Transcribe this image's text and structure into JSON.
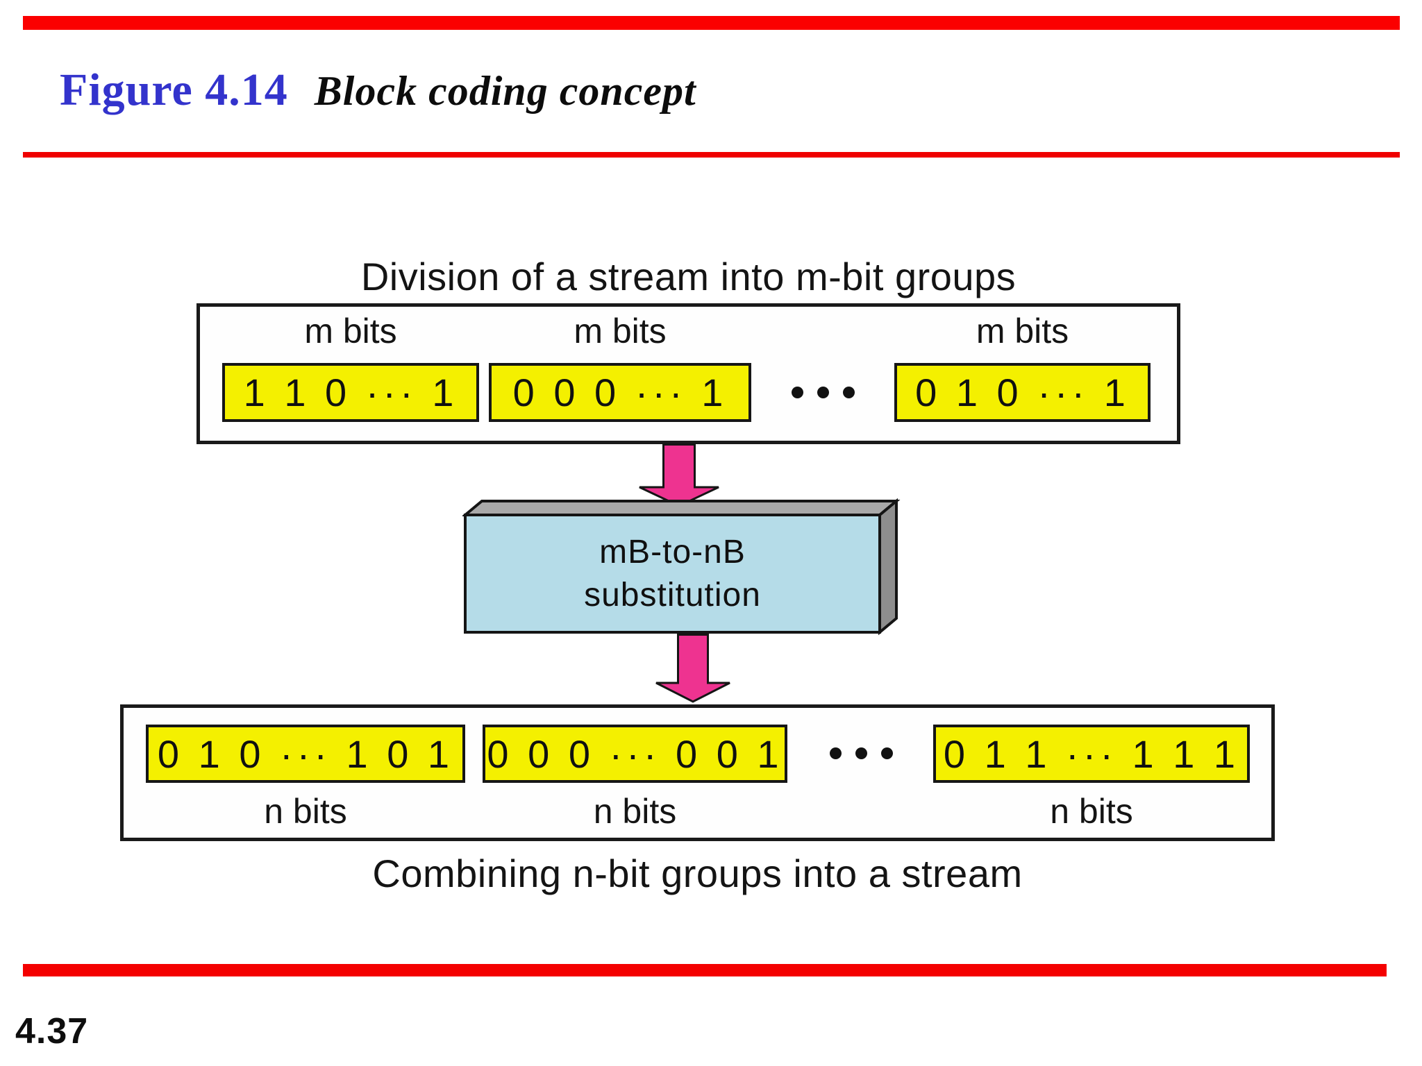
{
  "slide": {
    "figure_label": "Figure 4.14",
    "figure_title": "Block coding concept",
    "page_number": "4.37"
  },
  "diagram": {
    "top_caption": "Division of a stream into m-bit groups",
    "bottom_caption": "Combining n-bit groups into a stream",
    "processor": {
      "line1": "mB-to-nB",
      "line2": "substitution"
    },
    "top_group": {
      "bit_label": "m bits",
      "blocks": [
        "1 1 0 ··· 1",
        "0 0 0 ··· 1",
        "0 1 0 ··· 1"
      ]
    },
    "bottom_group": {
      "bit_label": "n bits",
      "blocks": [
        "0 1 0 ··· 1 0 1",
        "0 0 0 ··· 0 0 1",
        "0 1 1 ··· 1 1 1"
      ]
    },
    "colors": {
      "accent_red": "#fb0000",
      "title_blue": "#3333cc",
      "block_yellow": "#f4f000",
      "arrow_pink": "#ee3390",
      "processor_blue": "#b5dce8",
      "processor_side_gray": "#8e8e8e",
      "processor_top_gray": "#a9a9a9"
    }
  }
}
